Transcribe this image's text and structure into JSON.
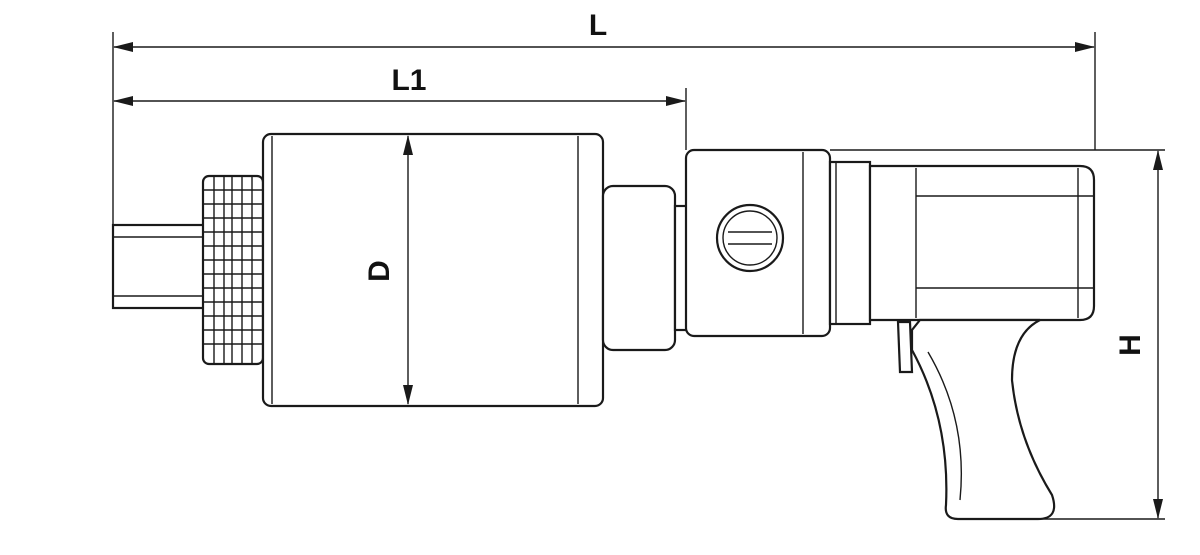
{
  "diagram": {
    "dimensions": {
      "overall_length": "L",
      "head_length": "L1",
      "diameter": "D",
      "height": "H"
    }
  }
}
